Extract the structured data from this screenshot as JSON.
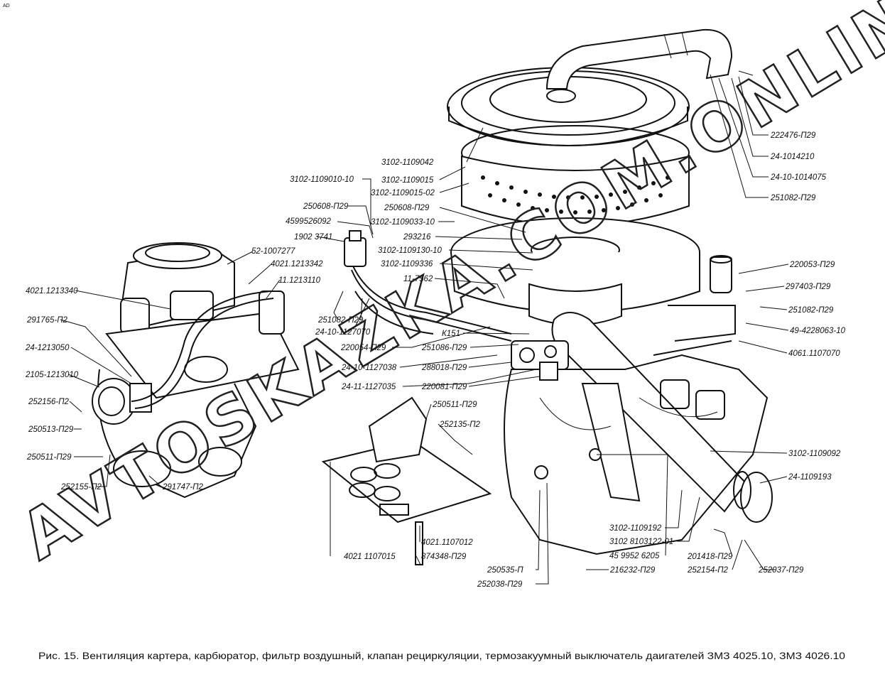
{
  "corner_mark": "AD",
  "watermark": "AVTOSKAZKA.COM.ONLINE",
  "caption": "Рис. 15. Вентиляция картера, карбюратор, фильтр воздушный, клапан рециркуляции, термозакуумный выключатель даигателей ЗМЗ 4025.10, ЗМЗ 4026.10",
  "labels": {
    "l01": "222476-П29",
    "l02": "24-1014210",
    "l03": "24-10-1014075",
    "l04": "251082-П29",
    "l05": "3102-1109042",
    "l06": "3102-1109015",
    "l07": "3102-1109015-02",
    "l08": "3102-1109010-10",
    "l09": "250608-П29",
    "l10": "250608-П29",
    "l11": "4599526092",
    "l12": "3102-1109033-10",
    "l13": "1902 3741",
    "l14": "293216",
    "l15": "52-1007277",
    "l16": "3102-1109130-10",
    "l17": "4021.1213342",
    "l18": "3102-1109336",
    "l19": "220053-П29",
    "l20": "11.1213110",
    "l21": "11-7562",
    "l22": "297403-П29",
    "l23": "4021.1213340",
    "l24": "251082-П29",
    "l25": "251082-П29",
    "l26": "24-10-1127070",
    "l27": "49-4228063-10",
    "l28": "291765-П2",
    "l29": "К151",
    "l30": "220054-П29",
    "l31": "251086-П29",
    "l32": "4061.1107070",
    "l33": "24-1213050",
    "l34": "24-10-1127038",
    "l35": "288018-П29",
    "l36": "2105-1213010",
    "l37": "24-11-1127035",
    "l38": "220081-П29",
    "l39": "252156-П2",
    "l40": "250511-П29",
    "l41": "250513-П29",
    "l42": "252135-П2",
    "l43": "3102-1109092",
    "l44": "250511-П29",
    "l45": "24-1109193",
    "l46": "252155-П2",
    "l47": "291747-П2",
    "l48": "3102-1109192",
    "l49": "4021.1107012",
    "l50": "3102 8103122-01",
    "l51": "201418-П29",
    "l52": "4021 1107015",
    "l53": "874348-П29",
    "l54": "45 9952 6205",
    "l55": "250535-П",
    "l56": "216232-П29",
    "l57": "252154-П2",
    "l58": "252037-П29",
    "l59": "252038-П29"
  }
}
